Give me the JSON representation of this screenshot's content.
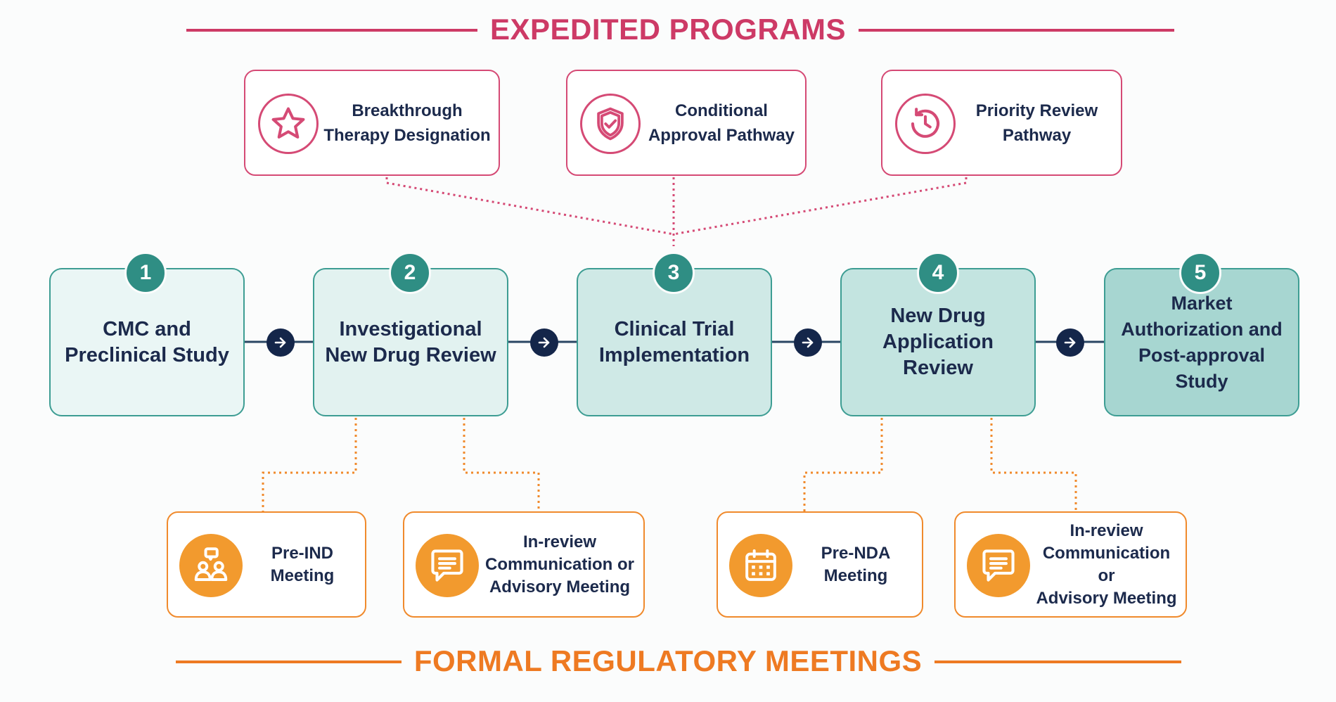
{
  "titles": {
    "top": "EXPEDITED PROGRAMS",
    "bottom": "FORMAL REGULATORY MEETINGS"
  },
  "colors": {
    "expedited": "#cd3a66",
    "meetings": "#ee7a22",
    "steps": "#2f8e84",
    "arrows": "#14264a",
    "text": "#1c2a4c"
  },
  "programs": [
    {
      "line1": "Breakthrough",
      "line2": "Therapy Designation",
      "icon": "star-icon"
    },
    {
      "line1": "Conditional",
      "line2": "Approval Pathway",
      "icon": "shield-check-icon"
    },
    {
      "line1": "Priority Review",
      "line2": "Pathway",
      "icon": "clock-history-icon"
    }
  ],
  "steps": [
    {
      "number": "1",
      "line1": "CMC and",
      "line2": "Preclinical Study",
      "line3": ""
    },
    {
      "number": "2",
      "line1": "Investigational",
      "line2": "New Drug Review",
      "line3": ""
    },
    {
      "number": "3",
      "line1": "Clinical Trial",
      "line2": "Implementation",
      "line3": ""
    },
    {
      "number": "4",
      "line1": "New Drug",
      "line2": "Application Review",
      "line3": ""
    },
    {
      "number": "5",
      "line1": "Market",
      "line2": "Authorization and",
      "line3": "Post-approval Study"
    }
  ],
  "meetings": [
    {
      "line1": "Pre-IND",
      "line2": "Meeting",
      "line3": "",
      "icon": "people-chat-icon"
    },
    {
      "line1": "In-review",
      "line2": "Communication or",
      "line3": "Advisory Meeting",
      "icon": "chat-bubble-icon"
    },
    {
      "line1": "Pre-NDA",
      "line2": "Meeting",
      "line3": "",
      "icon": "calendar-icon"
    },
    {
      "line1": "In-review",
      "line2": "Communication or",
      "line3": "Advisory Meeting",
      "icon": "chat-bubble-icon"
    }
  ]
}
